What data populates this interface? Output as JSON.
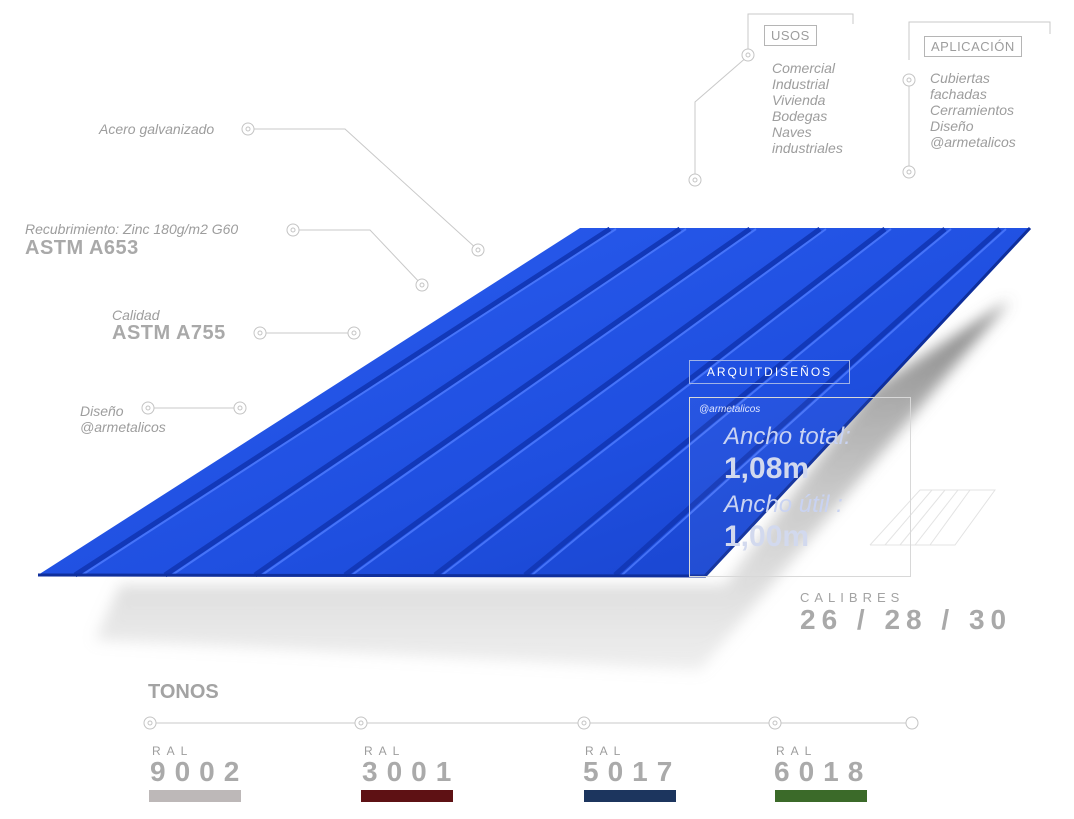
{
  "labels": {
    "acero": "Acero galvanizado",
    "recubrimiento": "Recubrimiento: Zinc 180g/m2 G60",
    "astm_a653": "ASTM A653",
    "calidad": "Calidad",
    "astm_a755": "ASTM A755",
    "diseno": "Diseño",
    "diseno_handle": "@armetalicos"
  },
  "usos": {
    "title": "USOS",
    "items": [
      "Comercial",
      "Industrial",
      "Vivienda",
      "Bodegas",
      "Naves",
      "industriales"
    ]
  },
  "aplicacion": {
    "title": "APLICACIÓN",
    "items": [
      "Cubiertas",
      "fachadas",
      "Cerramientos",
      "Diseño",
      "@armetalicos"
    ]
  },
  "info_box": {
    "brand": "ARQUITDISEÑOS",
    "handle": "@armetalicos",
    "ancho_total_label": "Ancho total:",
    "ancho_total_value": "1,08m",
    "ancho_util_label": "Ancho útil :",
    "ancho_util_value": "1,00m"
  },
  "calibres": {
    "label": "CALIBRES",
    "value": "26 / 28 / 30"
  },
  "tonos": {
    "title": "TONOS",
    "ral_prefix": "RAL",
    "items": [
      {
        "code": "9002",
        "color": "#bdb8b8"
      },
      {
        "code": "3001",
        "color": "#5e1114"
      },
      {
        "code": "5017",
        "color": "#1c355e"
      },
      {
        "code": "6018",
        "color": "#3b6a29"
      }
    ]
  },
  "colors": {
    "sheet_blue": "#1f4fe0",
    "line_gray": "#c8c8c8"
  }
}
